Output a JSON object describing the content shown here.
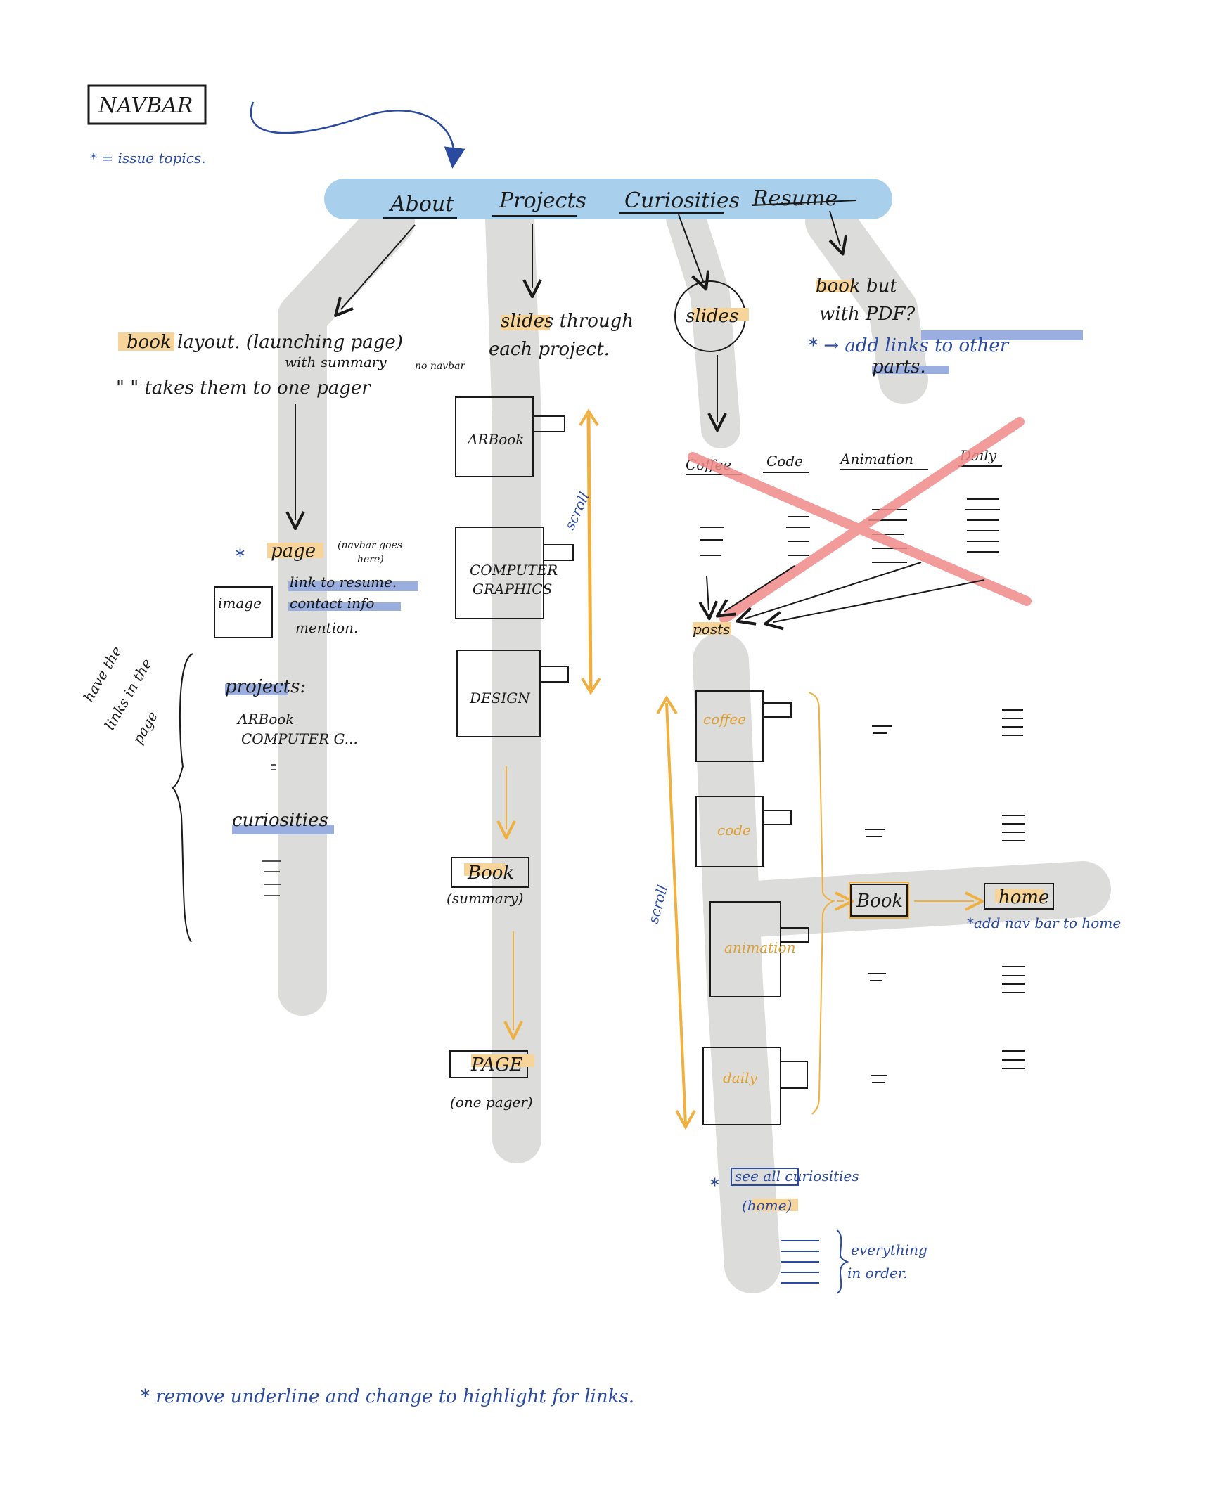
{
  "navbar_label": "NAVBAR",
  "issue_note": "* = issue topics.",
  "nav_items": [
    "About",
    "Projects",
    "Curiosities",
    "Resume"
  ],
  "about": {
    "line1": "book layout. (launching page)",
    "line2": "with summary",
    "no_navbar": "no navbar",
    "line3": "\" \"  takes them to one pager",
    "page_label": "page",
    "navbar_note_1": "(navbar goes",
    "navbar_note_2": "here)",
    "image_label": "image",
    "link_resume": "link to resume.",
    "contact_info": "contact info",
    "mention": "mention.",
    "side_note_1": "have the",
    "side_note_2": "links in the",
    "side_note_3": "page",
    "projects_heading": "projects:",
    "proj_item_1": "ARBook",
    "proj_item_2": "COMPUTER G...",
    "curiosities_heading": "curiosities"
  },
  "projects": {
    "line1": "slides through",
    "line2": "each project.",
    "cards": [
      "ARBook",
      "COMPUTER",
      "GRAPHICS",
      "DESIGN"
    ],
    "scroll_label": "scroll",
    "book": "Book",
    "summary": "(summary)",
    "page": "PAGE",
    "one_pager": "(one pager)"
  },
  "curiosities": {
    "slides": "slides",
    "tabs": [
      "Coffee",
      "Code",
      "Animation",
      "Daily"
    ],
    "posts": "posts",
    "cards": [
      "coffee",
      "code",
      "animation",
      "daily"
    ],
    "scroll_label": "scroll",
    "book": "Book",
    "home": "home",
    "add_navbar_note": "*add nav bar to home",
    "see_all": "see all curiosities",
    "home_paren": "(home)",
    "everything_1": "everything",
    "everything_2": "in order."
  },
  "resume": {
    "line1": "book but",
    "line2": "with PDF?",
    "add_links": "* → add links to other",
    "parts": "parts."
  },
  "footer_note": "* remove underline and change to highlight for links.",
  "colors": {
    "navbar_fill": "#a8d0ec",
    "column_fill": "#dcdcda",
    "orange": "#f0b040",
    "orange_highlight": "#f7d49a",
    "blue_highlight": "#9aaee0",
    "pen_blue": "#2a4aa0",
    "red_cross": "#ef8a8a",
    "ink": "#1a1a1a"
  }
}
